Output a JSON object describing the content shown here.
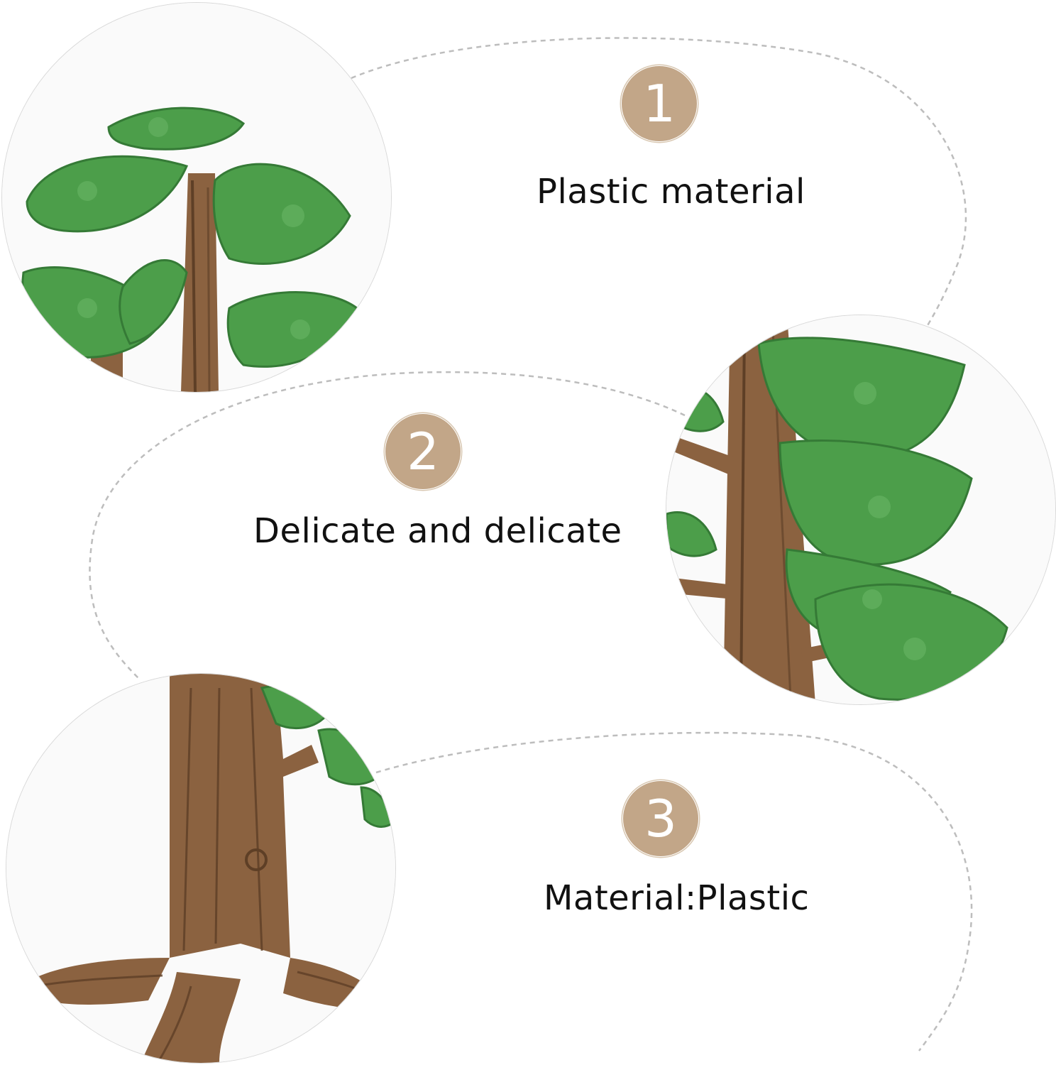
{
  "features": [
    {
      "number": "1",
      "label": "Plastic material"
    },
    {
      "number": "2",
      "label": "Delicate and delicate"
    },
    {
      "number": "3",
      "label": "Material:Plastic"
    }
  ],
  "colors": {
    "badge": "#c2a688",
    "leaf": "#4c9e4a",
    "leaf_dark": "#357a36",
    "trunk": "#8b6240",
    "trunk_dark": "#5e3f26",
    "dash": "#bdbdbd"
  }
}
